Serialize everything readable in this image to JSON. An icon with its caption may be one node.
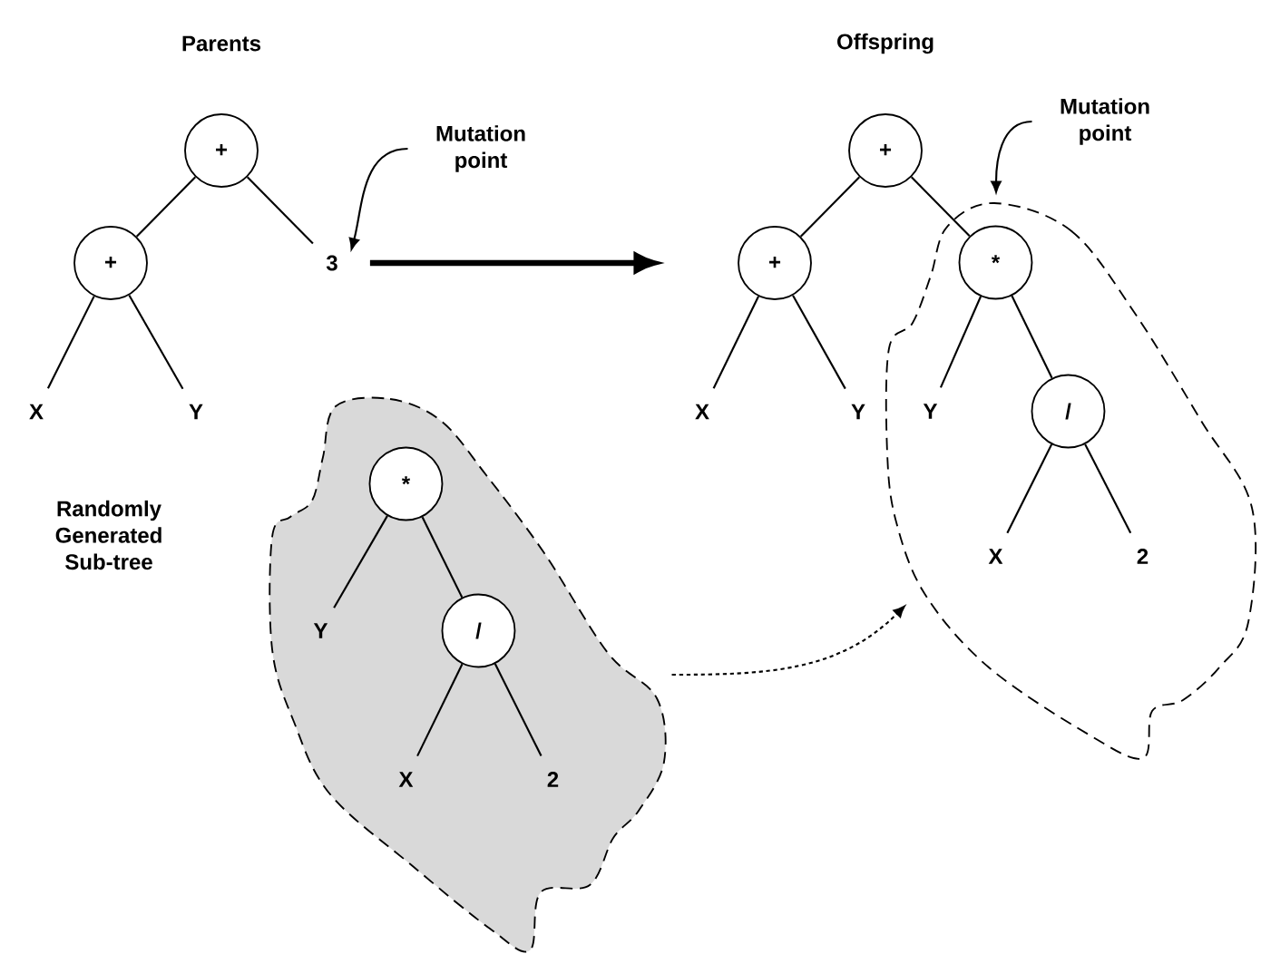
{
  "diagram": {
    "nodes": [
      {
        "text": [
          "+"
        ]
      },
      {
        "text": [
          "+"
        ]
      },
      {
        "text": [
          "X"
        ]
      },
      {
        "text": [
          "Y"
        ]
      },
      {
        "text": [
          "3"
        ]
      },
      {
        "text": [
          "Mutation point"
        ]
      },
      {
        "text": [
          "+"
        ]
      },
      {
        "text": [
          "+"
        ]
      },
      {
        "text": [
          "X"
        ]
      },
      {
        "text": [
          "Y"
        ]
      },
      {
        "text": [],
        "shape": "cloud"
      },
      {
        "text": [
          "*"
        ],
        "in": 10
      },
      {
        "text": [
          "Y"
        ],
        "in": 10
      },
      {
        "text": [
          "/"
        ],
        "in": 10
      },
      {
        "text": [
          "X"
        ],
        "in": 10
      },
      {
        "text": [
          "2"
        ],
        "in": 10
      },
      {
        "text": [
          "Mutation point"
        ]
      },
      {
        "text": [],
        "shape": "cloud"
      },
      {
        "text": [
          "*"
        ],
        "in": 17
      },
      {
        "text": [
          "Y"
        ],
        "in": 17
      },
      {
        "text": [
          "/"
        ],
        "in": 17
      },
      {
        "text": [
          "X"
        ],
        "in": 17
      },
      {
        "text": [
          "2"
        ],
        "in": 17
      }
    ],
    "edges": [
      {
        "from": 0,
        "to": 1,
        "arrow": "none"
      },
      {
        "from": 0,
        "to": 4,
        "arrow": "none"
      },
      {
        "from": 1,
        "to": 2,
        "arrow": "none"
      },
      {
        "from": 1,
        "to": 3,
        "arrow": "none"
      },
      {
        "from": 5,
        "to": 4,
        "arrow": "to"
      },
      {
        "from": 4,
        "to": 7,
        "arrow": "to",
        "style": "thick"
      },
      {
        "from": 6,
        "to": 7,
        "arrow": "none"
      },
      {
        "from": 6,
        "to": 11,
        "arrow": "none"
      },
      {
        "from": 7,
        "to": 8,
        "arrow": "none"
      },
      {
        "from": 7,
        "to": 9,
        "arrow": "none"
      },
      {
        "from": 11,
        "to": 12,
        "arrow": "none"
      },
      {
        "from": 11,
        "to": 13,
        "arrow": "none"
      },
      {
        "from": 13,
        "to": 14,
        "arrow": "none"
      },
      {
        "from": 13,
        "to": 15,
        "arrow": "none"
      },
      {
        "from": 16,
        "to": 10,
        "arrow": "to"
      },
      {
        "from": 17,
        "to": 10,
        "arrow": "to",
        "style": "dashed"
      },
      {
        "from": 18,
        "to": 19,
        "arrow": "none"
      },
      {
        "from": 18,
        "to": 20,
        "arrow": "none"
      },
      {
        "from": 20,
        "to": 21,
        "arrow": "none"
      },
      {
        "from": 20,
        "to": 22,
        "arrow": "none"
      }
    ],
    "labels": [
      "Parents",
      "Offspring",
      "Randomly Generated Sub-tree"
    ]
  }
}
